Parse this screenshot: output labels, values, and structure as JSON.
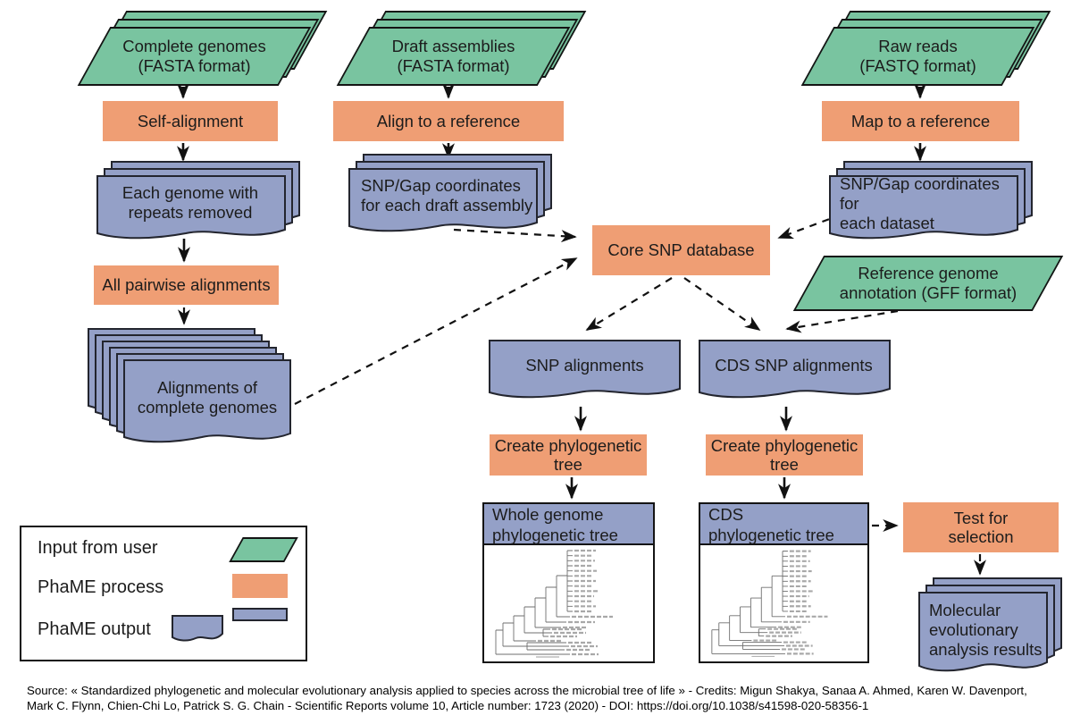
{
  "diagram_title": "PhaME analysis pipeline flowchart",
  "colors": {
    "input_fill": "#79c4a0",
    "process_fill": "#ef9e74",
    "output_fill": "#94a0c7",
    "outline": "#141414"
  },
  "nodes": {
    "complete_genomes": "Complete genomes\n(FASTA format)",
    "draft_assemblies": "Draft assemblies\n(FASTA format)",
    "raw_reads": "Raw reads\n(FASTQ format)",
    "self_alignment": "Self-alignment",
    "align_reference": "Align to a reference",
    "map_reference": "Map to a reference",
    "genome_repeats": "Each genome with\nrepeats removed",
    "snp_gap_draft": "SNP/Gap coordinates\nfor each draft assembly",
    "snp_gap_dataset": "SNP/Gap coordinates for\neach dataset",
    "all_pairwise": "All pairwise alignments",
    "alignments_complete": "Alignments of\ncomplete genomes",
    "core_snp": "Core SNP database",
    "ref_annotation": "Reference genome\nannotation (GFF format)",
    "snp_alignments": "SNP alignments",
    "cds_snp_alignments": "CDS SNP alignments",
    "create_tree_left": "Create phylogenetic\ntree",
    "create_tree_right": "Create phylogenetic\ntree",
    "wg_tree": "Whole genome\nphylogenetic tree",
    "cds_tree": "CDS\nphylogenetic tree",
    "test_selection": "Test for\nselection",
    "molecular_results": "Molecular\nevolutionary\nanalysis results"
  },
  "legend": {
    "input": "Input from user",
    "process": "PhaME process",
    "output": "PhaME output"
  },
  "source": {
    "line1": "Source: « Standardized phylogenetic and molecular evolutionary analysis applied to species across the microbial tree of life » - Credits: Migun Shakya, Sanaa A. Ahmed, Karen W. Davenport,",
    "line2": "Mark C. Flynn, Chien-Chi Lo, Patrick S. G. Chain - Scientific Reports volume 10, Article number: 1723 (2020) - DOI: https://doi.org/10.1038/s41598-020-58356-1"
  }
}
